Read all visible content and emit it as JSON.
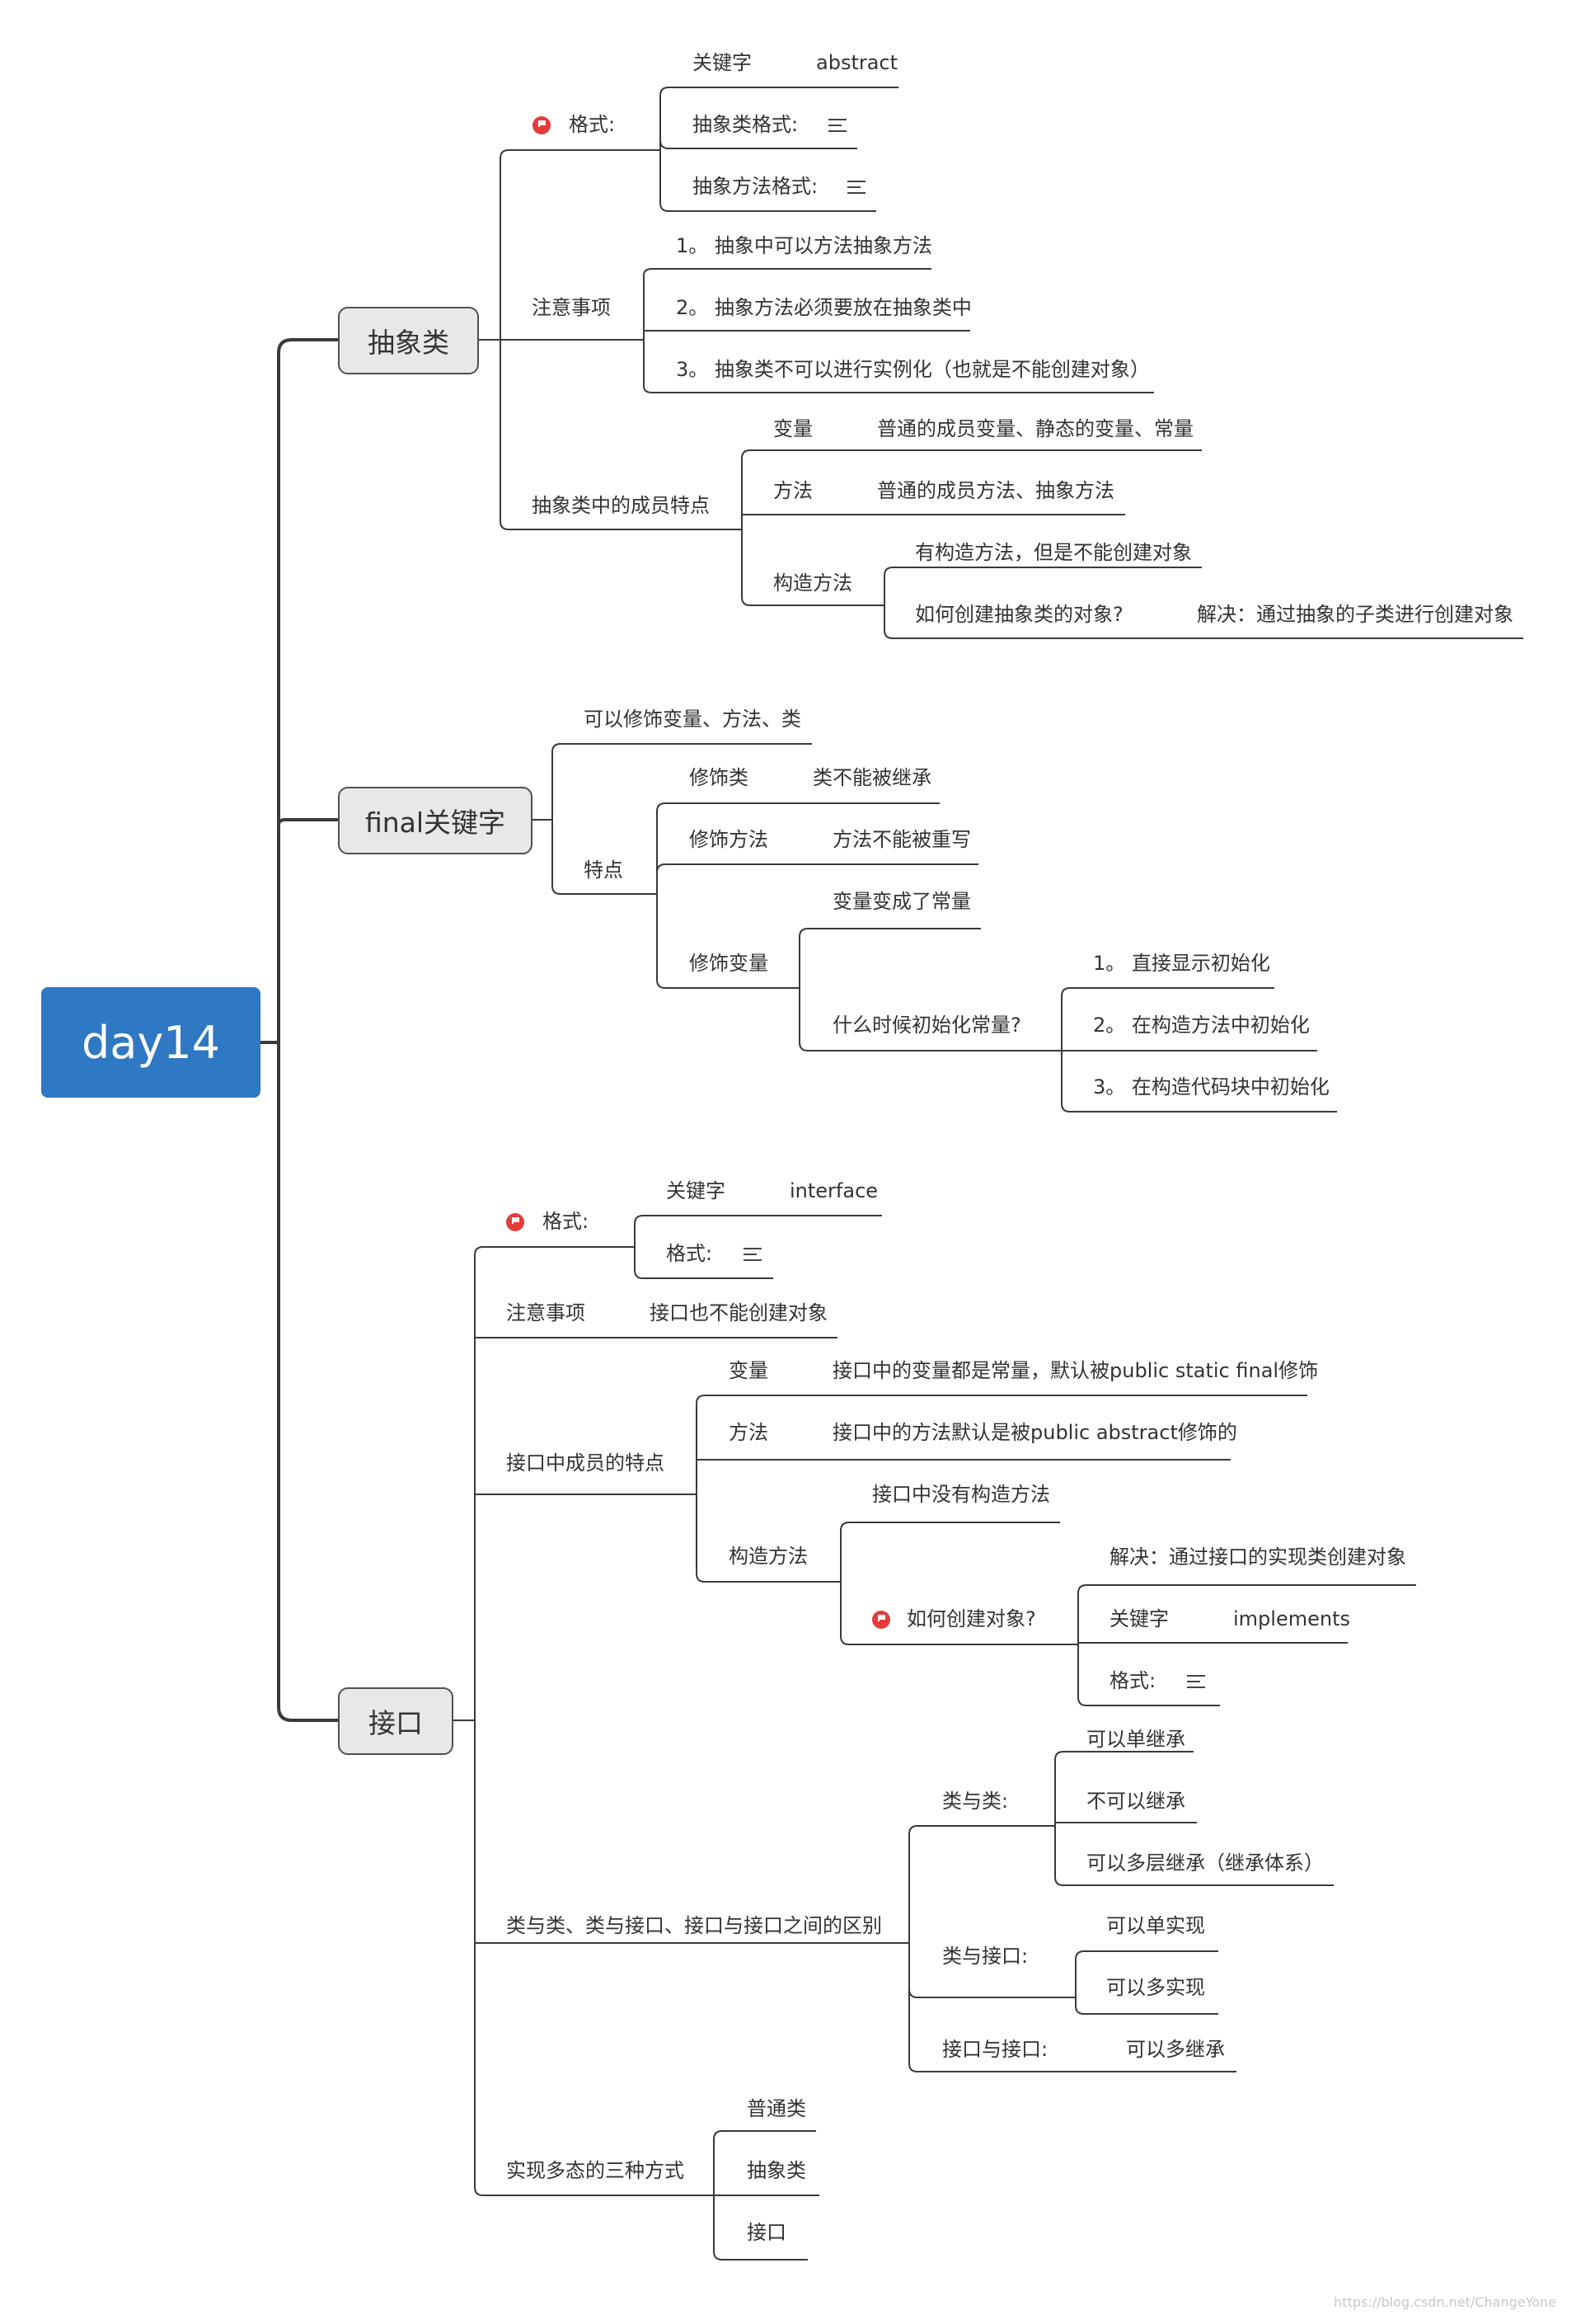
{
  "root": "day14",
  "abstract": {
    "title": "抽象类",
    "format": {
      "label": "格式:",
      "keyword_label": "关键字",
      "keyword_value": "abstract",
      "class_format": "抽象类格式:",
      "method_format": "抽象方法格式:"
    },
    "notes": {
      "label": "注意事项",
      "items": [
        "1。 抽象中可以方法抽象方法",
        "2。 抽象方法必须要放在抽象类中",
        "3。 抽象类不可以进行实例化（也就是不能创建对象）"
      ]
    },
    "members": {
      "label": "抽象类中的成员特点",
      "var_label": "变量",
      "var_value": "普通的成员变量、静态的变量、常量",
      "method_label": "方法",
      "method_value": "普通的成员方法、抽象方法",
      "ctor_label": "构造方法",
      "ctor_has": "有构造方法，但是不能创建对象",
      "ctor_q": "如何创建抽象类的对象?",
      "ctor_a": "解决：通过抽象的子类进行创建对象"
    }
  },
  "final": {
    "title": "final关键字",
    "can": "可以修饰变量、方法、类",
    "feature_label": "特点",
    "class_label": "修饰类",
    "class_value": "类不能被继承",
    "method_label": "修饰方法",
    "method_value": "方法不能被重写",
    "var_label": "修饰变量",
    "var_const": "变量变成了常量",
    "init_q": "什么时候初始化常量?",
    "init_items": [
      "1。 直接显示初始化",
      "2。 在构造方法中初始化",
      "3。 在构造代码块中初始化"
    ]
  },
  "interface": {
    "title": "接口",
    "format": {
      "label": "格式:",
      "keyword_label": "关键字",
      "keyword_value": "interface",
      "fmt_label": "格式:"
    },
    "notes": {
      "label": "注意事项",
      "value": "接口也不能创建对象"
    },
    "members": {
      "label": "接口中成员的特点",
      "var_label": "变量",
      "var_value": "接口中的变量都是常量，默认被public static final修饰",
      "method_label": "方法",
      "method_value": "接口中的方法默认是被public abstract修饰的",
      "ctor_label": "构造方法",
      "ctor_none": "接口中没有构造方法",
      "create_q": "如何创建对象?",
      "create_a": "解决：通过接口的实现类创建对象",
      "impl_label": "关键字",
      "impl_value": "implements",
      "fmt_label": "格式:"
    },
    "diff": {
      "label": "类与类、类与接口、接口与接口之间的区别",
      "cc_label": "类与类:",
      "cc_items": [
        "可以单继承",
        "不可以继承",
        "可以多层继承（继承体系）"
      ],
      "ci_label": "类与接口:",
      "ci_items": [
        "可以单实现",
        "可以多实现"
      ],
      "ii_label": "接口与接口:",
      "ii_value": "可以多继承"
    },
    "poly": {
      "label": "实现多态的三种方式",
      "items": [
        "普通类",
        "抽象类",
        "接口"
      ]
    }
  },
  "watermark": "https://blog.csdn.net/ChangeYone",
  "colors": {
    "root": "#2e78c4",
    "flag": "#e53b3b",
    "line": "#333333"
  }
}
